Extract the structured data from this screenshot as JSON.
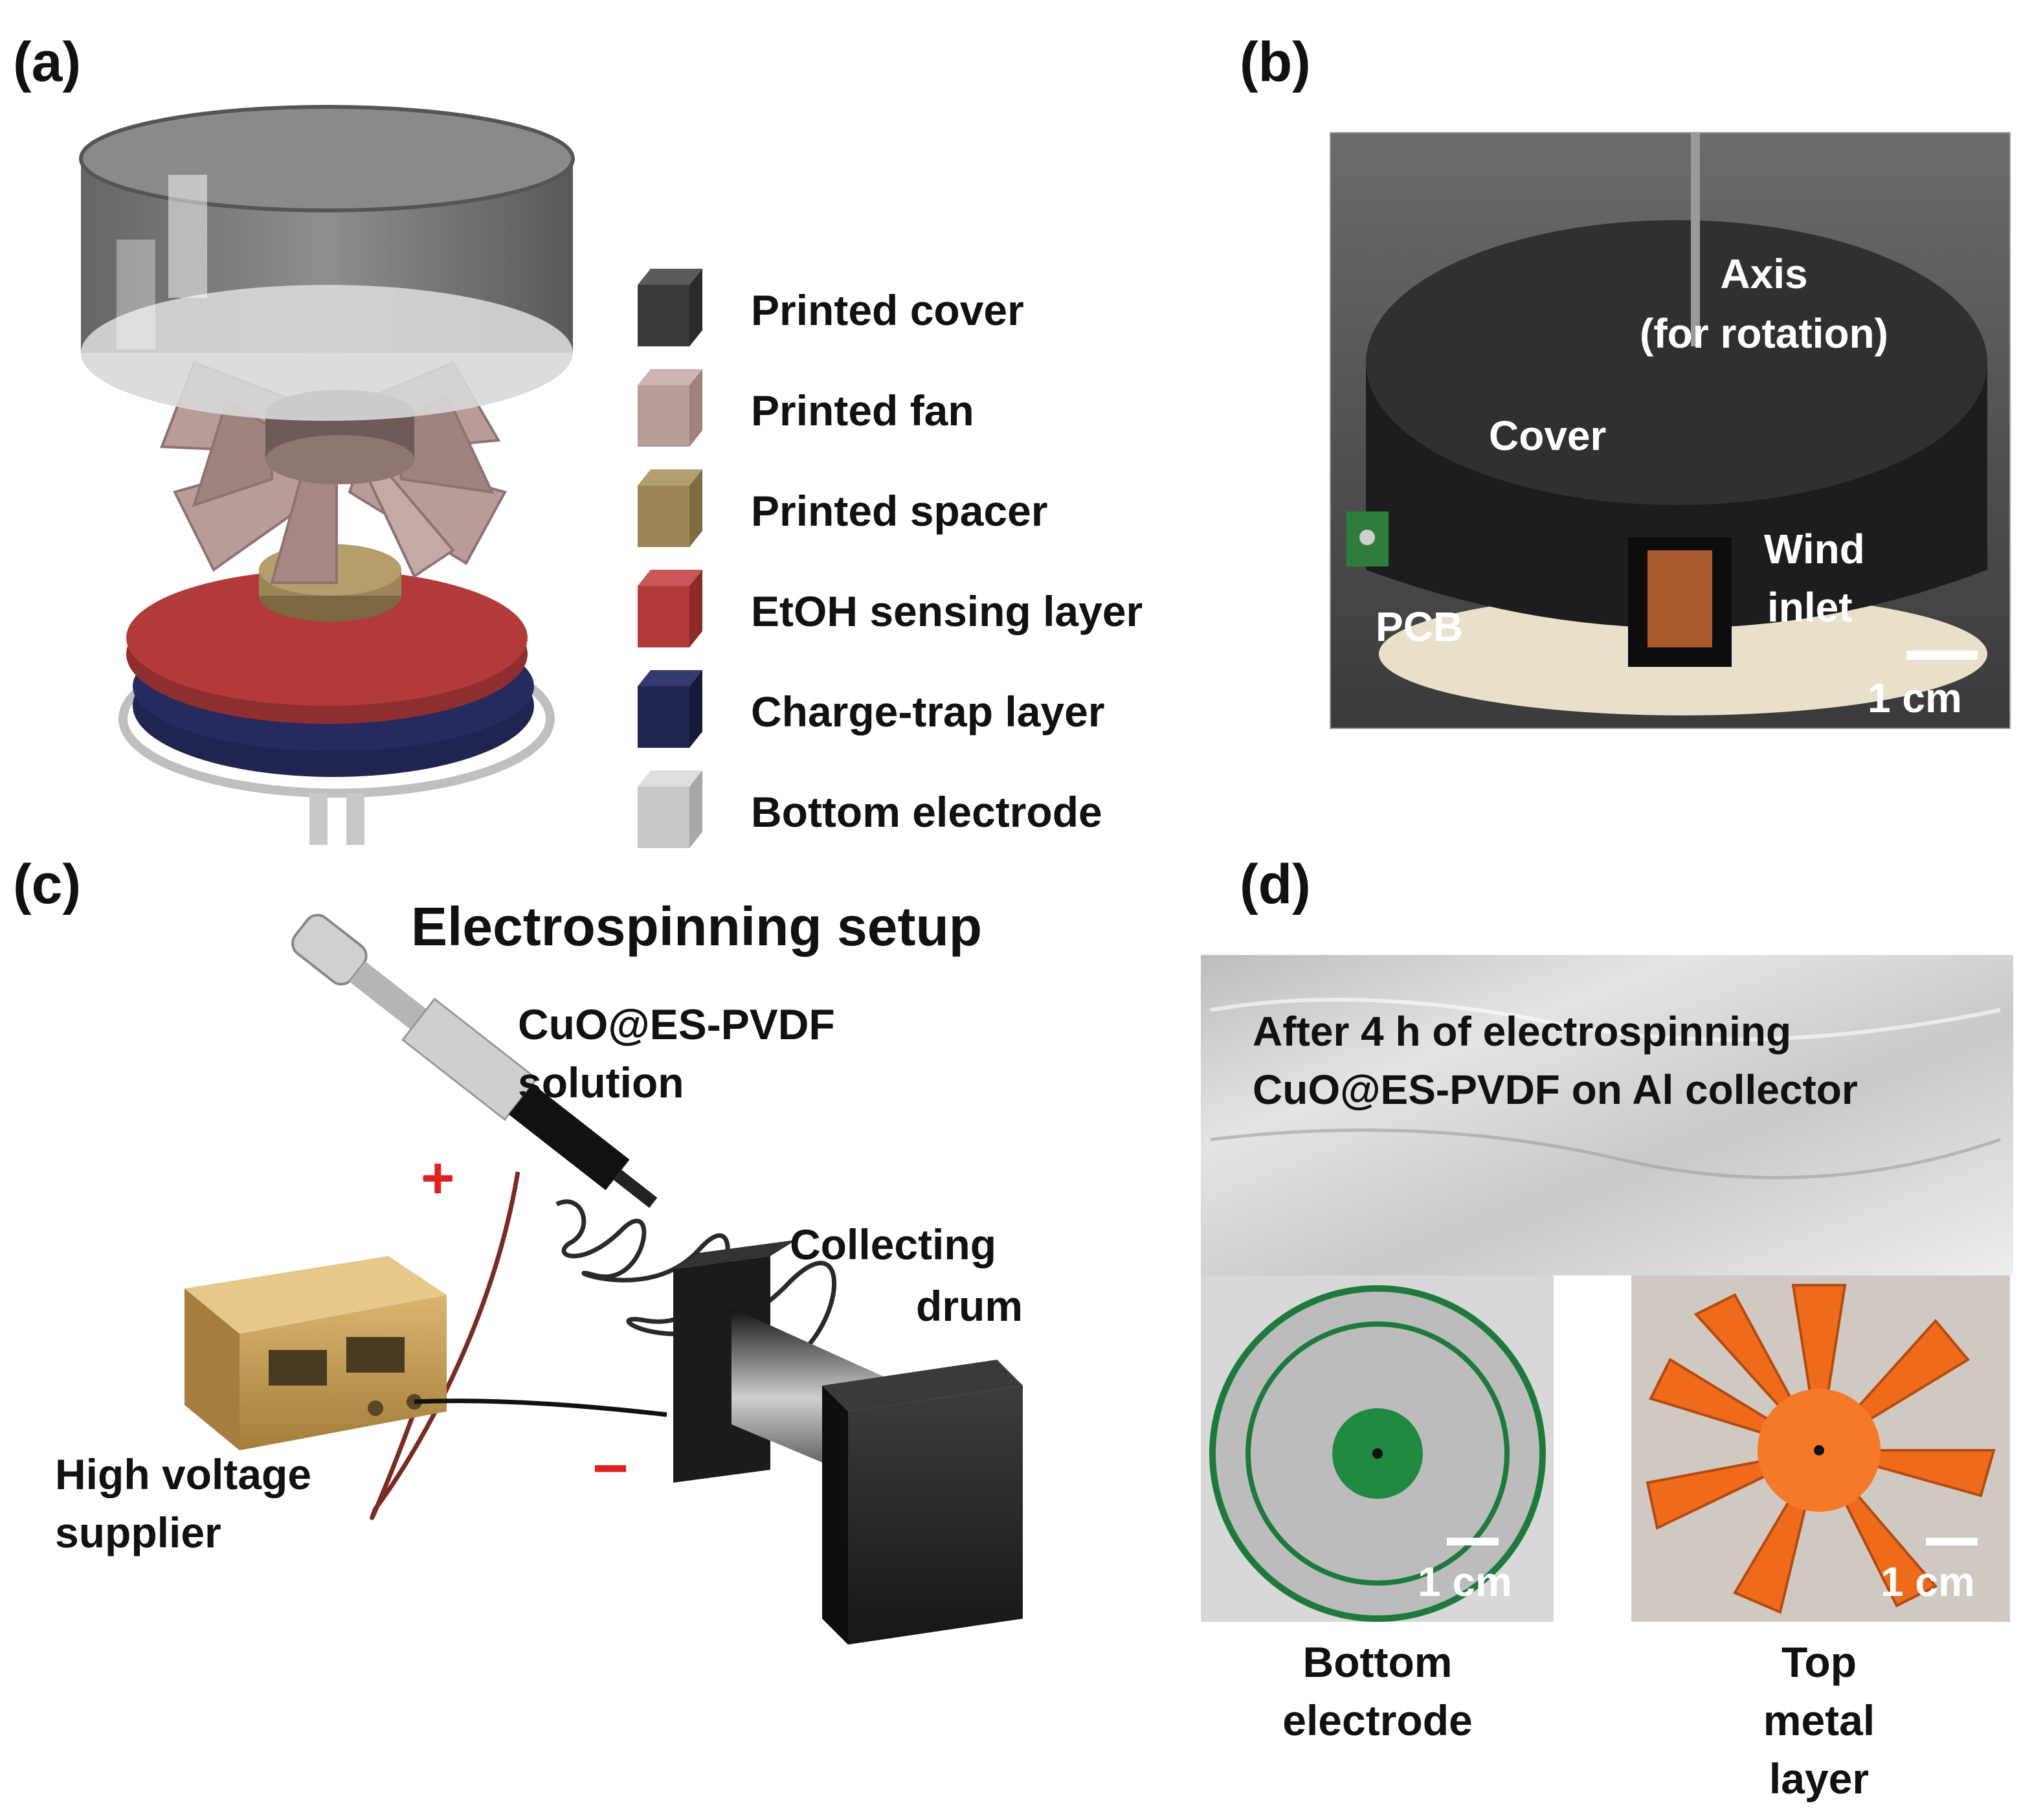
{
  "panels": {
    "a": "(a)",
    "b": "(b)",
    "c": "(c)",
    "d": "(d)"
  },
  "legend": [
    {
      "label": "Printed cover",
      "color": "#3a3a3a"
    },
    {
      "label": "Printed fan",
      "color": "#b89c98"
    },
    {
      "label": "Printed spacer",
      "color": "#9c8656"
    },
    {
      "label": "EtOH sensing layer",
      "color": "#b33a3a"
    },
    {
      "label": "Charge-trap layer",
      "color": "#1f2450"
    },
    {
      "label": "Bottom electrode",
      "color": "#c8c8c8"
    }
  ],
  "photo_b": {
    "axis_line1": "Axis",
    "axis_line2": "(for rotation)",
    "cover": "Cover",
    "pcb": "PCB",
    "wind_line1": "Wind",
    "wind_line2": "inlet",
    "scale": "1 cm"
  },
  "panel_c": {
    "title": "Electrospinning setup",
    "solution_line1": "CuO@ES-PVDF",
    "solution_line2": "solution",
    "plus": "+",
    "minus": "−",
    "drum_line1": "Collecting",
    "drum_line2": "drum",
    "hv_line1": "High voltage",
    "hv_line2": "supplier"
  },
  "panel_d": {
    "top_line1": "After 4 h of electrospinning",
    "top_line2": "CuO@ES-PVDF on Al collector",
    "scale_left": "1 cm",
    "scale_right": "1 cm",
    "caption_left_line1": "Bottom",
    "caption_left_line2": "electrode",
    "caption_right_line1": "Top",
    "caption_right_line2": "metal",
    "caption_right_line3": "layer"
  }
}
